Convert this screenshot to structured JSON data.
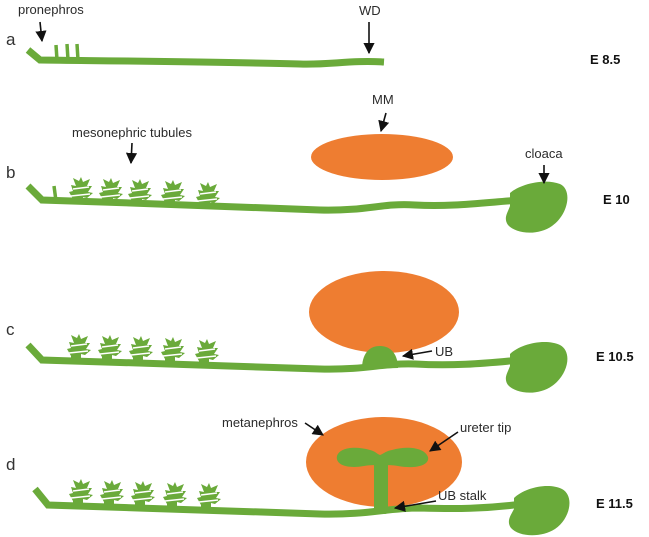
{
  "colors": {
    "duct": "#6aaa3a",
    "mesenchyme": "#ee7d31",
    "arrow": "#111111"
  },
  "panels": [
    {
      "letter": "a",
      "stage": "E 8.5",
      "labels": {
        "pronephros": "pronephros",
        "wd": "WD"
      }
    },
    {
      "letter": "b",
      "stage": "E 10",
      "labels": {
        "mm": "MM",
        "mesonephric_tubules": "mesonephric tubules",
        "cloaca": "cloaca"
      }
    },
    {
      "letter": "c",
      "stage": "E 10.5",
      "labels": {
        "ub": "UB"
      }
    },
    {
      "letter": "d",
      "stage": "E 11.5",
      "labels": {
        "metanephros": "metanephros",
        "ureter_tip": "ureter tip",
        "ub_stalk": "UB stalk"
      }
    }
  ]
}
